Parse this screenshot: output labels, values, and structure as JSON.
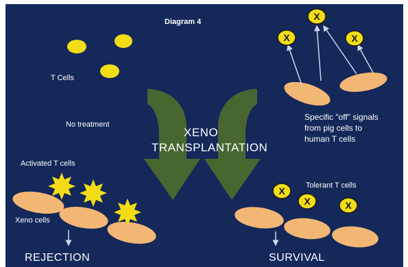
{
  "diagram": {
    "title": "Diagram 4",
    "labels": {
      "t_cells": "T Cells",
      "no_treatment": "No treatment",
      "center_line1": "XENO",
      "center_line2": "TRANSPLANTATION",
      "off_signals_line1": "Specific \"off\" signals",
      "off_signals_line2": "from pig cells to",
      "off_signals_line3": "human T cells",
      "activated": "Activated T cells",
      "xeno_cells": "Xeno cells",
      "tolerant": "Tolerant T cells",
      "rejection": "REJECTION",
      "survival": "SURVIVAL"
    },
    "x_marker": "X",
    "colors": {
      "background": "#14285a",
      "t_cell_yellow": "#f2dc16",
      "cell_orange": "#f2b774",
      "arrow_green": "#4b6a2e",
      "text": "#ffffff"
    }
  }
}
